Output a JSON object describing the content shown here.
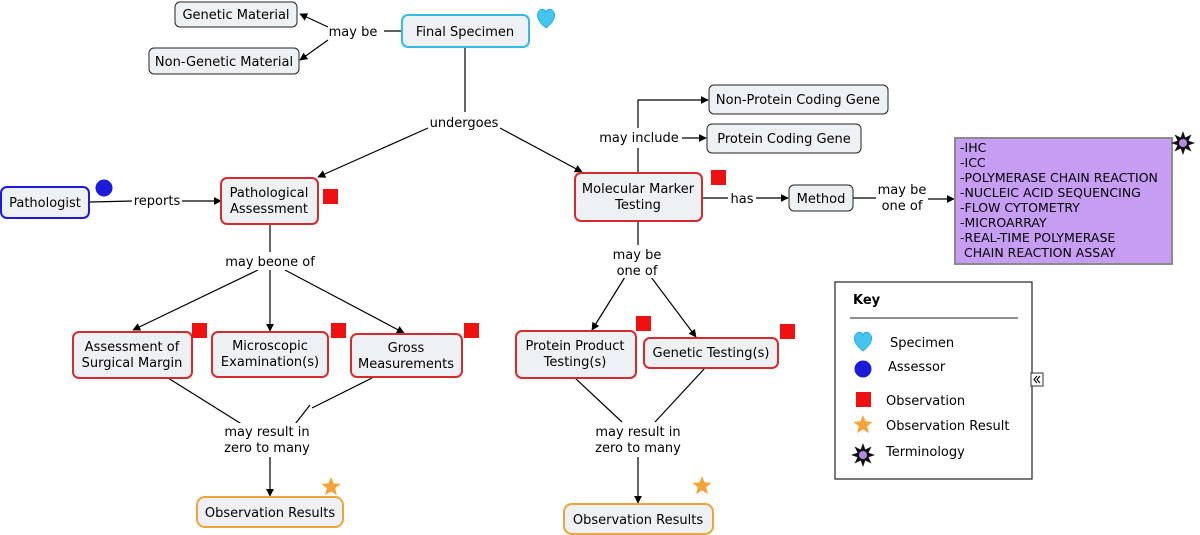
{
  "nodes": {
    "final_specimen": "Final Specimen",
    "genetic_material": "Genetic Material",
    "non_genetic_material": "Non-Genetic Material",
    "pathologist": "Pathologist",
    "pathological_assessment": [
      "Pathological",
      "Assessment"
    ],
    "molecular_marker_testing": [
      "Molecular Marker",
      "Testing"
    ],
    "non_protein_coding_gene": "Non-Protein Coding Gene",
    "protein_coding_gene": "Protein Coding Gene",
    "method": "Method",
    "assessment_surgical_margin": [
      "Assessment of",
      "Surgical Margin"
    ],
    "microscopic_examination": [
      "Microscopic",
      "Examination(s)"
    ],
    "gross_measurements": [
      "Gross",
      "Measurements"
    ],
    "protein_product_testing": [
      "Protein Product",
      "Testing(s)"
    ],
    "genetic_testing": "Genetic Testing(s)",
    "observation_results_left": "Observation Results",
    "observation_results_right": "Observation Results"
  },
  "links": {
    "may_be": "may be",
    "undergoes": "undergoes",
    "reports": "reports",
    "may_include": "may include",
    "has": "has",
    "may_be_one_of_method": [
      "may be",
      "one of"
    ],
    "may_beone_of": "may beone of",
    "may_be_one_of_molecular": [
      "may be",
      "one of"
    ],
    "may_result_left": [
      "may result in",
      "zero to many"
    ],
    "may_result_right": [
      "may result in",
      "zero to many"
    ]
  },
  "terminology": [
    "-IHC",
    "-ICC",
    "-POLYMERASE CHAIN REACTION",
    "-NUCLEIC ACID SEQUENCING",
    "-FLOW CYTOMETRY",
    "-MICROARRAY",
    "-REAL-TIME POLYMERASE",
    " CHAIN REACTION ASSAY"
  ],
  "key": {
    "title": "Key",
    "specimen": "Specimen",
    "assessor": "Assessor",
    "observation": "Observation",
    "observation_result": "Observation Result",
    "terminology": "Terminology"
  },
  "icons": {
    "specimen": "heart-icon",
    "assessor": "circle-icon",
    "observation": "square-icon",
    "observation_result": "star-icon",
    "terminology": "burst-star-icon",
    "collapse": "double-chevron-left-icon"
  },
  "colors": {
    "specimen_border": "#33bbe6",
    "specimen_icon": "#44c4ee",
    "assessor": "#1b1bd9",
    "observation_border": "#d42c2c",
    "observation_icon": "#ee1111",
    "result_border": "#eea43a",
    "result_icon": "#f3a33a",
    "terminology_fill": "#c69df2",
    "node_fill": "#eef1f4"
  }
}
